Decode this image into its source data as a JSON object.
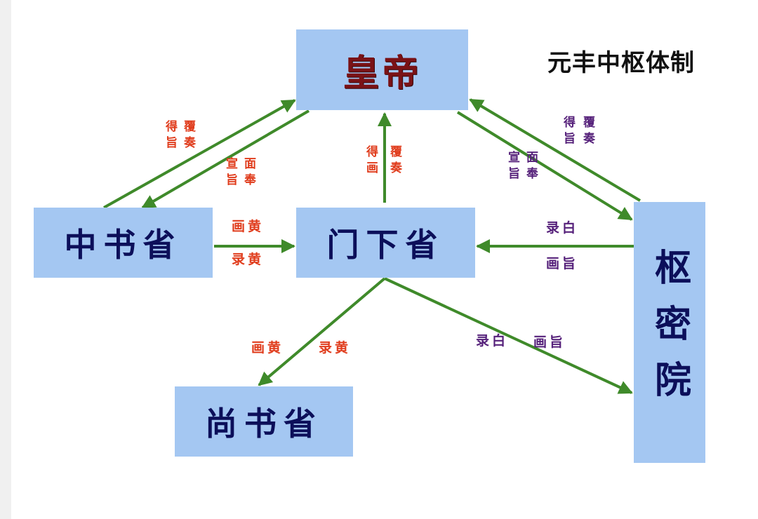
{
  "title": "元丰中枢体制",
  "nodes": {
    "emperor": "皇帝",
    "zhongshu": "中书省",
    "menxia": "门下省",
    "shangshu": "尚书省",
    "shumi": "枢密院"
  },
  "labels": {
    "zhongshu_up_col1": "得\n旨",
    "zhongshu_up_col2": "覆\n奏",
    "zhongshu_down_col1": "宣\n旨",
    "zhongshu_down_col2": "面\n奉",
    "menxia_up_col1": "得\n画",
    "menxia_up_col2": "覆\n奏",
    "shumi_down_col1": "宣\n旨",
    "shumi_down_col2": "面\n奉",
    "shumi_up_col1": "得\n旨",
    "shumi_up_col2": "覆\n奏",
    "zs_to_mx_top": "画黄",
    "zs_to_mx_bottom": "录黄",
    "sm_to_mx_top": "录白",
    "sm_to_mx_bottom": "画旨",
    "mx_to_ss_left": "画黄",
    "mx_to_ss_right": "录黄",
    "mx_to_sm_left": "录白",
    "mx_to_sm_right": "画旨"
  },
  "colors": {
    "node_fill": "#a4c7f2",
    "arrow": "#3f8a2a",
    "red_label": "#e03c1c",
    "purple_label": "#55207a",
    "emperor_text": "#7a1216",
    "node_text": "#0c0f5a"
  }
}
